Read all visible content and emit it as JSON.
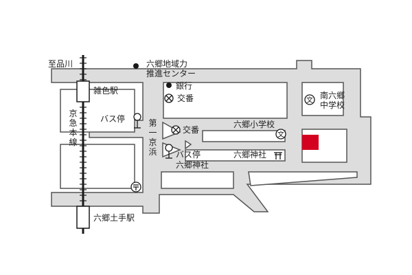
{
  "colors": {
    "road_fill": "#dddddd",
    "road_outline": "#555555",
    "block_fill": "#ffffff",
    "railway": "#1a1a1a",
    "destination": "#d4001f",
    "text": "#222222"
  },
  "map": {
    "direction_label": "至品川",
    "railway_name": "京急本線",
    "stations": [
      {
        "id": "zoshiki",
        "label": "雑色駅"
      },
      {
        "id": "rokugo_dote",
        "label": "六郷土手駅"
      }
    ],
    "street_name": "第一京浜",
    "landmarks": {
      "community_center_line1": "六郷地域力",
      "community_center_line2": "推進センター",
      "bank": "銀行",
      "police_box_1": "交番",
      "police_box_2": "交番",
      "bus_stop_1": "バス停",
      "bus_stop_2": "バス停",
      "elementary_school": "六郷小学校",
      "shrine_1": "六郷神社",
      "shrine_2": "六郷神社",
      "junior_high_line1": "南六郷",
      "junior_high_line2": "中学校"
    },
    "icons": {
      "school": "school-symbol-icon",
      "police_box": "police-box-icon",
      "bus_stop": "bus-stop-icon",
      "shrine": "shrine-torii-icon",
      "post_office": "post-office-icon",
      "building": "filled-dot-icon",
      "destination": "destination-marker-icon"
    },
    "glyphs": {
      "school": "文",
      "post_office": "〒",
      "shrine": "⛩"
    }
  }
}
